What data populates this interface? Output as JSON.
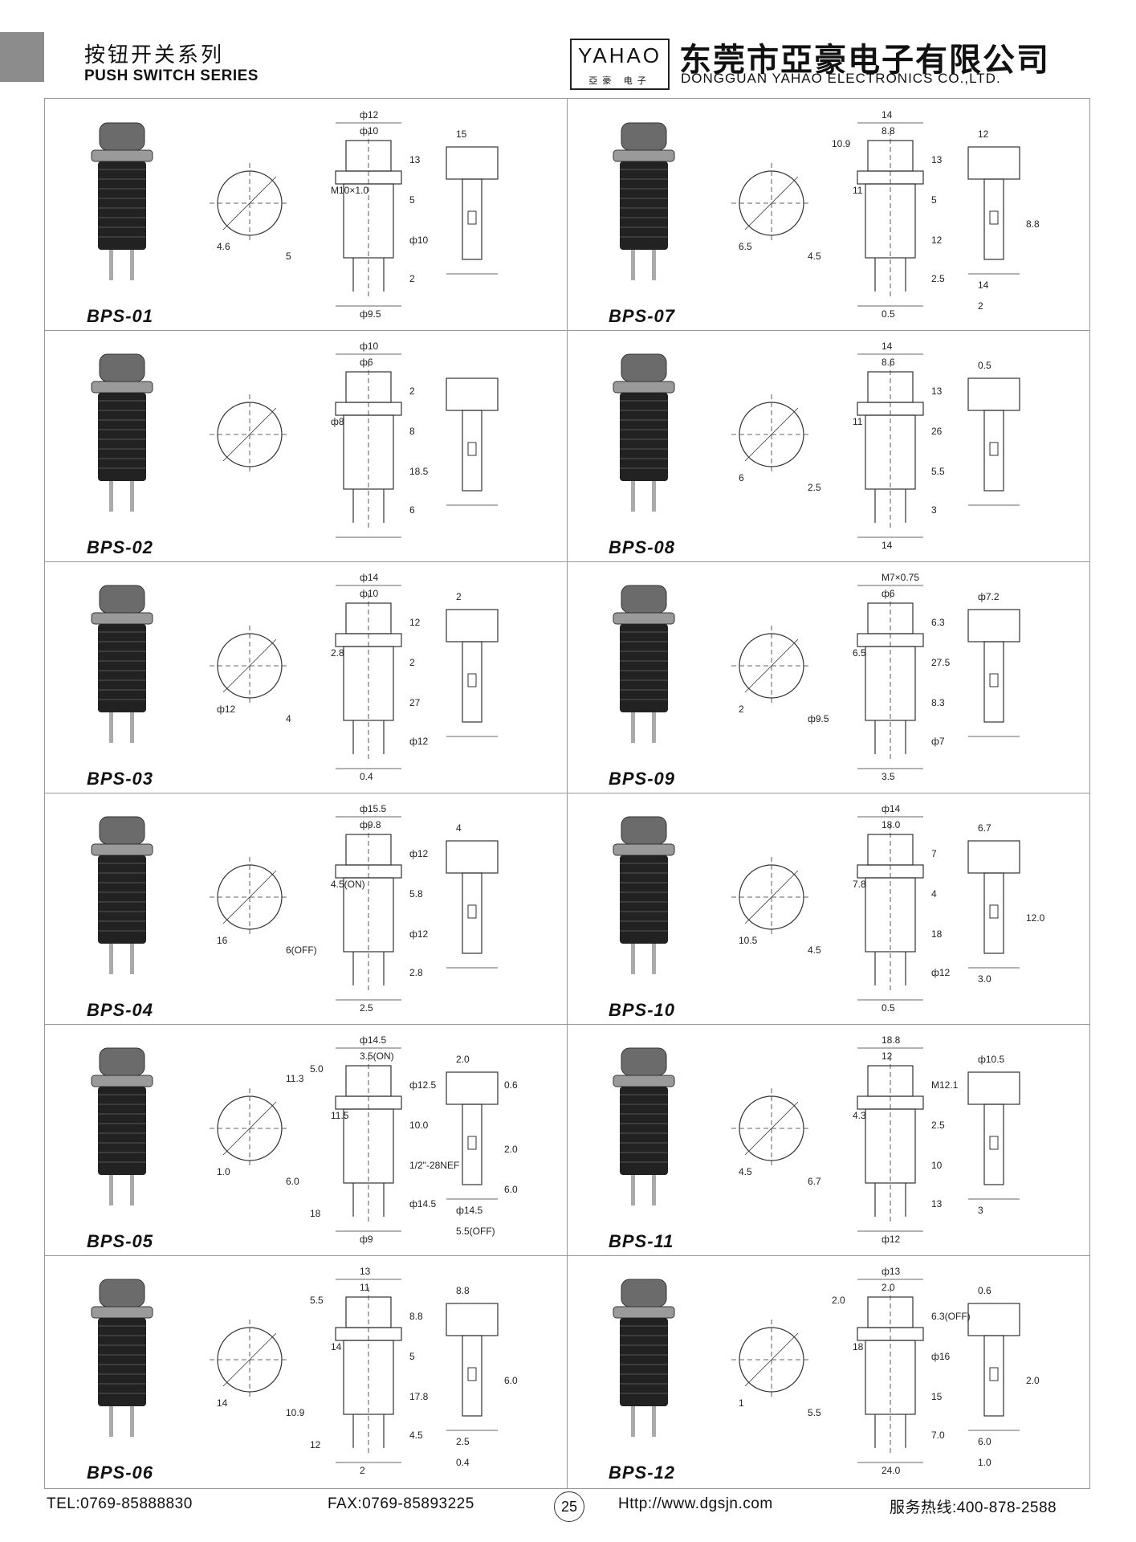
{
  "header": {
    "series_cn": "按钮开关系列",
    "series_en": "PUSH SWITCH SERIES",
    "logo_top": "YAHAO",
    "logo_bottom": "亞豪 电子",
    "company_cn": "东莞市亞豪电子有限公司",
    "company_en": "DONGGUAN YAHAO ELECTRONICS CO.,LTD."
  },
  "products": [
    {
      "model": "BPS-01",
      "dims": [
        "ф12",
        "ф10",
        "M10×1.0",
        "13",
        "5",
        "ф10",
        "2",
        "ф9.5",
        "5",
        "4.6",
        "15"
      ]
    },
    {
      "model": "BPS-07",
      "dims": [
        "14",
        "8.8",
        "11",
        "13",
        "5",
        "12",
        "2.5",
        "0.5",
        "4.5",
        "6.5",
        "12",
        "14",
        "8.8",
        "2",
        "10.9"
      ]
    },
    {
      "model": "BPS-02",
      "dims": [
        "ф10",
        "ф6",
        "ф8",
        "2",
        "8",
        "18.5",
        "6"
      ]
    },
    {
      "model": "BPS-08",
      "dims": [
        "14",
        "8.6",
        "11",
        "13",
        "26",
        "5.5",
        "3",
        "14",
        "2.5",
        "6",
        "0.5"
      ]
    },
    {
      "model": "BPS-03",
      "dims": [
        "ф14",
        "ф10",
        "2.8",
        "12",
        "2",
        "27",
        "ф12",
        "0.4",
        "4",
        "ф12",
        "2"
      ]
    },
    {
      "model": "BPS-09",
      "dims": [
        "M7×0.75",
        "ф6",
        "6.5",
        "6.3",
        "27.5",
        "8.3",
        "ф7",
        "3.5",
        "ф9.5",
        "2",
        "ф7.2"
      ]
    },
    {
      "model": "BPS-04",
      "dims": [
        "ф15.5",
        "ф9.8",
        "4.5(ON)",
        "ф12",
        "5.8",
        "ф12",
        "2.8",
        "2.5",
        "6(OFF)",
        "16",
        "4"
      ]
    },
    {
      "model": "BPS-10",
      "dims": [
        "ф14",
        "18.0",
        "7.8",
        "7",
        "4",
        "18",
        "ф12",
        "0.5",
        "4.5",
        "10.5",
        "6.7",
        "3.0",
        "12.0"
      ]
    },
    {
      "model": "BPS-05",
      "dims": [
        "ф14.5",
        "3.5(ON)",
        "11.5",
        "ф12.5",
        "10.0",
        "1/2\"-28NEF",
        "ф14.5",
        "ф9",
        "6.0",
        "1.0",
        "2.0",
        "ф14.5",
        "2.0",
        "5.5(OFF)",
        "5.0",
        "18",
        "0.6",
        "6.0",
        "11.3"
      ]
    },
    {
      "model": "BPS-11",
      "dims": [
        "18.8",
        "12",
        "4.3",
        "M12.1",
        "2.5",
        "10",
        "13",
        "ф12",
        "6.7",
        "4.5",
        "ф10.5",
        "3"
      ]
    },
    {
      "model": "BPS-06",
      "dims": [
        "13",
        "11",
        "14",
        "8.8",
        "5",
        "17.8",
        "4.5",
        "2",
        "10.9",
        "14",
        "8.8",
        "2.5",
        "6.0",
        "0.4",
        "5.5",
        "12"
      ]
    },
    {
      "model": "BPS-12",
      "dims": [
        "ф13",
        "2.0",
        "18",
        "6.3(OFF)",
        "ф16",
        "15",
        "7.0",
        "24.0",
        "5.5",
        "1",
        "0.6",
        "6.0",
        "2.0",
        "1.0",
        "2.0"
      ]
    }
  ],
  "footer": {
    "tel": "TEL:0769-85888830",
    "fax": "FAX:0769-85893225",
    "page": "25",
    "url": "Http://www.dgsjn.com",
    "hotline": "服务热线:400-878-2588"
  }
}
